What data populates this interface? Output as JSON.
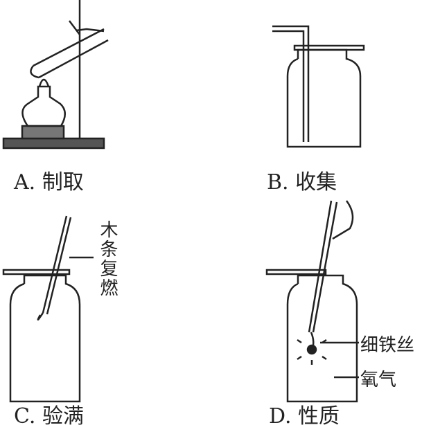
{
  "panels": {
    "a": {
      "caption": "A. 制取"
    },
    "b": {
      "caption": "B. 收集"
    },
    "c": {
      "caption": "C. 验满",
      "annotation": "木条复燃"
    },
    "d": {
      "caption": "D. 性质",
      "wire_label": "细铁丝",
      "gas_label": "氧气"
    }
  },
  "colors": {
    "stroke": "#222222",
    "base": "#555555"
  }
}
